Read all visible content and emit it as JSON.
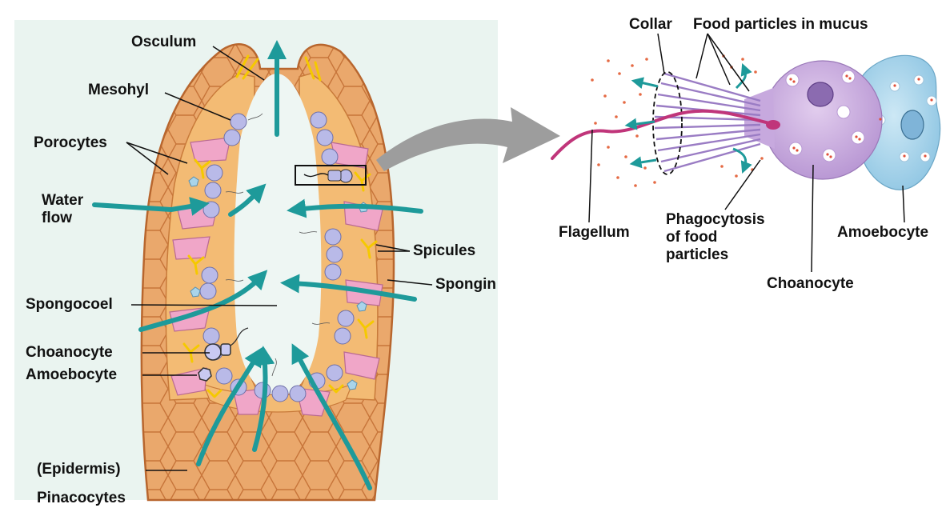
{
  "colors": {
    "panel_background": "#eaf4f0",
    "body_outer": "#e8a56a",
    "body_edge": "#c86f33",
    "mesohyl": "#f2b870",
    "porocyte": "#f0a8c8",
    "choanocyte": "#b7b8e6",
    "amoebocyte": "#a9d4ea",
    "spicule": "#f5c900",
    "water_arrow": "#1e9a9a",
    "flagellum": "#c0357a",
    "choanocyte_cell": "#cbaee0",
    "amoebocyte_cell": "#a6d3ea",
    "food_particle": "#e0503a",
    "pointer_arrow": "#9a9a9a"
  },
  "icons": {
    "flow_arrow": "water-flow-arrow-icon",
    "pointer": "zoom-pointer-arrow-icon"
  },
  "labels": {
    "osculum": "Osculum",
    "mesohyl": "Mesohyl",
    "porocytes": "Porocytes",
    "water_flow": "Water flow",
    "spicules": "Spicules",
    "spongin": "Spongin",
    "spongocoel": "Spongocoel",
    "choanocyte_left": "Choanocyte",
    "amoebocyte_left": "Amoebocyte",
    "epidermis": "(Epidermis)",
    "pinacocytes": "Pinacocytes",
    "collar": "Collar",
    "food_particles": "Food particles in mucus",
    "flagellum": "Flagellum",
    "phagocytosis": "Phagocytosis of food particles",
    "amoebocyte_right": "Amoebocyte",
    "choanocyte_right": "Choanocyte"
  }
}
